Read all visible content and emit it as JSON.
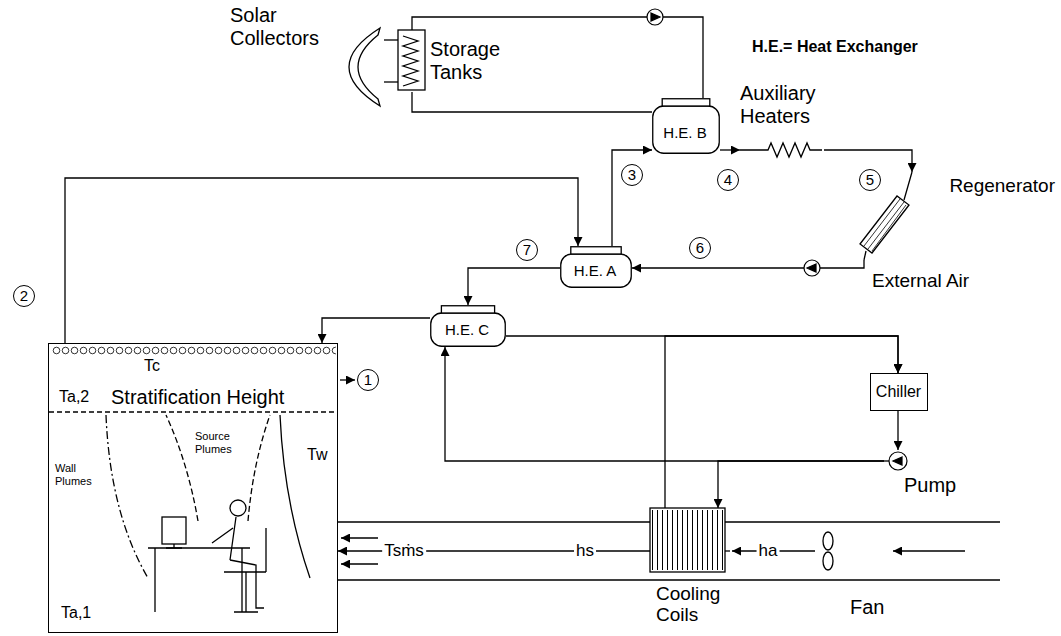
{
  "diagram": {
    "nodes": [
      {
        "text": [
          "Solar Collectors"
        ]
      },
      {
        "text": [
          "Storage Tanks"
        ]
      },
      {
        "text": [
          "H.E. B"
        ]
      },
      {
        "text": [
          "Auxiliary Heaters"
        ]
      },
      {
        "text": [
          "Regenerator"
        ]
      },
      {
        "text": [
          "H.E. A"
        ]
      },
      {
        "text": [
          "H.E. C"
        ]
      },
      {
        "text": [
          "Chiller"
        ]
      },
      {
        "text": [
          "Pump"
        ]
      },
      {
        "text": [
          "Tc",
          "Ta,2",
          "Stratification Height",
          "Wall Plumes",
          "Source Plumes",
          "Tw",
          "Ta,1"
        ]
      },
      {
        "text": [
          "Cooling Coils"
        ]
      },
      {
        "text": [
          "Fan"
        ]
      }
    ],
    "edges": [
      {
        "from": 0,
        "to": 1,
        "arrow": "none"
      },
      {
        "from": 0,
        "to": 1,
        "arrow": "none"
      },
      {
        "from": 1,
        "to": 2,
        "arrow": "none"
      },
      {
        "from": 2,
        "to": 1,
        "arrow": "none"
      },
      {
        "from": 9,
        "to": 5,
        "arrow": "to"
      },
      {
        "from": 5,
        "to": 2,
        "arrow": "to"
      },
      {
        "from": 2,
        "to": 3,
        "arrow": "to"
      },
      {
        "from": 3,
        "to": 4,
        "arrow": "to"
      },
      {
        "from": 4,
        "to": 5,
        "arrow": "to"
      },
      {
        "from": 5,
        "to": 6,
        "arrow": "to"
      },
      {
        "from": 6,
        "to": 9,
        "arrow": "to"
      },
      {
        "from": 6,
        "to": 7,
        "arrow": "to"
      },
      {
        "from": 7,
        "to": 8,
        "arrow": "to"
      },
      {
        "from": 8,
        "to": 6,
        "arrow": "to"
      },
      {
        "from": 8,
        "to": 10,
        "arrow": "to"
      },
      {
        "from": 10,
        "to": 7,
        "arrow": "to"
      },
      {
        "from": 11,
        "to": 10,
        "arrow": "to",
        "label": "ha"
      },
      {
        "from": 10,
        "to": 9,
        "arrow": "to",
        "label": "hs"
      }
    ],
    "labels": [
      "H.E.= Heat Exchanger",
      "3",
      "4",
      "5",
      "2",
      "7",
      "6",
      "External Air",
      "1",
      "Tsṁs"
    ]
  }
}
